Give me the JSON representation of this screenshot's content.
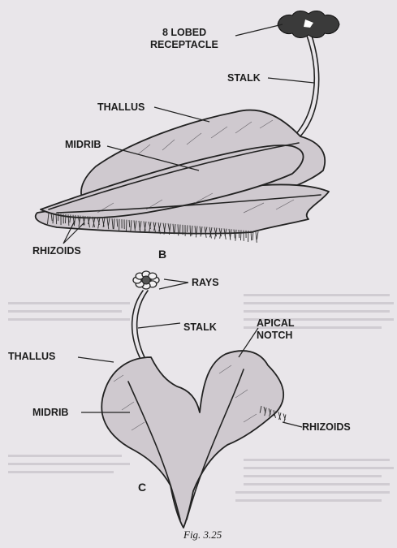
{
  "figure_b": {
    "letter": "B",
    "labels": {
      "receptacle_line1": "8 LOBED",
      "receptacle_line2": "RECEPTACLE",
      "stalk": "STALK",
      "thallus": "THALLUS",
      "midrib": "MIDRIB",
      "rhizoids": "RHIZOIDS"
    }
  },
  "figure_c": {
    "letter": "C",
    "labels": {
      "rays": "RAYS",
      "stalk": "STALK",
      "apical_line1": "APICAL",
      "apical_line2": "NOTCH",
      "thallus": "THALLUS",
      "midrib": "MIDRIB",
      "rhizoids": "RHIZOIDS"
    }
  },
  "caption": "Fig. 3.25"
}
